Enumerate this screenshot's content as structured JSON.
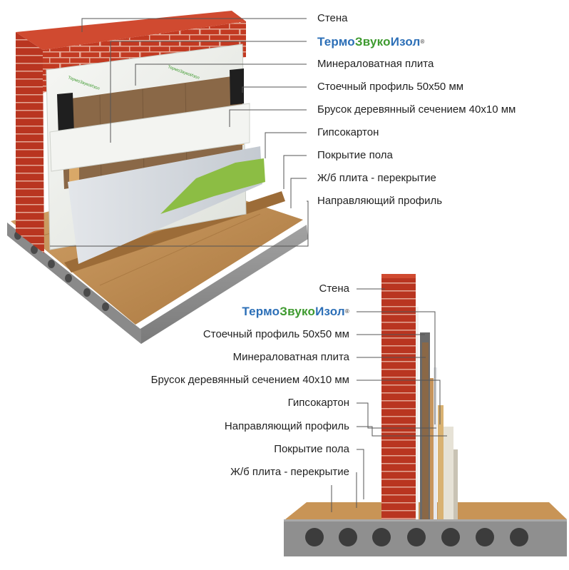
{
  "brand": {
    "part1": "Термо",
    "part2": "Звуко",
    "part3": "Изол",
    "mark": "®",
    "color_blue": "#2c6fb7",
    "color_green": "#3e9a2f"
  },
  "top_labels": [
    "Стена",
    "Минераловатная плита",
    "Стоечный профиль 50х50 мм",
    "Брусок деревянный сечением 40х10 мм",
    "Гипсокартон",
    "Покрытие пола",
    "Ж/б плита - перекрытие",
    "Направляющий профиль"
  ],
  "bottom_labels": [
    "Стена",
    "Стоечный профиль 50х50 мм",
    "Минераловатная плита",
    "Брусок деревянный сечением 40х10 мм",
    "Гипсокартон",
    "Направляющий профиль",
    "Покрытие пола",
    "Ж/б плита - перекрытие"
  ],
  "colors": {
    "brick": "#c23a22",
    "mortar": "#e8b8a8",
    "wood": "#b78245",
    "concrete": "#8f8f8f",
    "gypsum": "#eef0ec",
    "green": "#8cbd44",
    "mineral": "#8c6a48"
  }
}
